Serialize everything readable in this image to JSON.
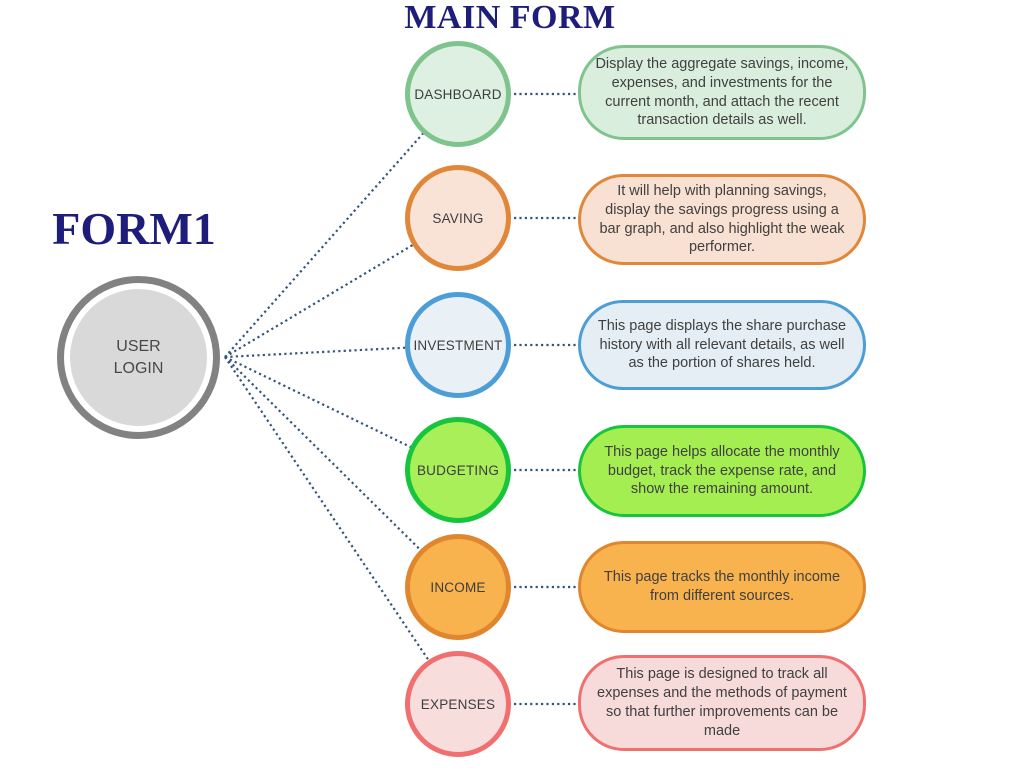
{
  "titles": {
    "main_form": "MAIN FORM",
    "form1": "FORM1"
  },
  "root_node": {
    "label": "USER LOGIN"
  },
  "nodes": [
    {
      "id": "dashboard",
      "label": "DASHBOARD",
      "description": "Display the aggregate savings, income, expenses, and investments for the current month, and attach the recent transaction details as well.",
      "colors": {
        "border": "#7fc48d",
        "fill": "#def0e1",
        "bubble_fill": "#daeedd"
      }
    },
    {
      "id": "saving",
      "label": "SAVING",
      "description": "It will help with planning savings, display the savings progress using a bar graph, and also highlight the weak performer.",
      "colors": {
        "border": "#e0873a",
        "fill": "#f9e3d6",
        "bubble_fill": "#f8e0d2"
      }
    },
    {
      "id": "investment",
      "label": "INVESTMENT",
      "description": "This page displays the share purchase history with all relevant details, as well as the portion of shares held.",
      "colors": {
        "border": "#4d9ed6",
        "fill": "#e9f1f6",
        "bubble_fill": "#e5eef4"
      }
    },
    {
      "id": "budgeting",
      "label": "BUDGETING",
      "description": "This page helps allocate the monthly budget, track the expense rate, and show the remaining amount.",
      "colors": {
        "border": "#17c53d",
        "fill": "#a8ef5a",
        "bubble_fill": "#a4ee52"
      }
    },
    {
      "id": "income",
      "label": "INCOME",
      "description": "This page tracks the monthly income from different sources.",
      "colors": {
        "border": "#e0862e",
        "fill": "#f8b24e",
        "bubble_fill": "#f8b24e"
      }
    },
    {
      "id": "expenses",
      "label": "EXPENSES",
      "description": "This page is designed to track all expenses and the methods of payment so that further improvements can be made",
      "colors": {
        "border": "#f06f6f",
        "fill": "#f8dddd",
        "bubble_fill": "#f7dada"
      }
    }
  ],
  "connector": {
    "color": "#33547a"
  }
}
